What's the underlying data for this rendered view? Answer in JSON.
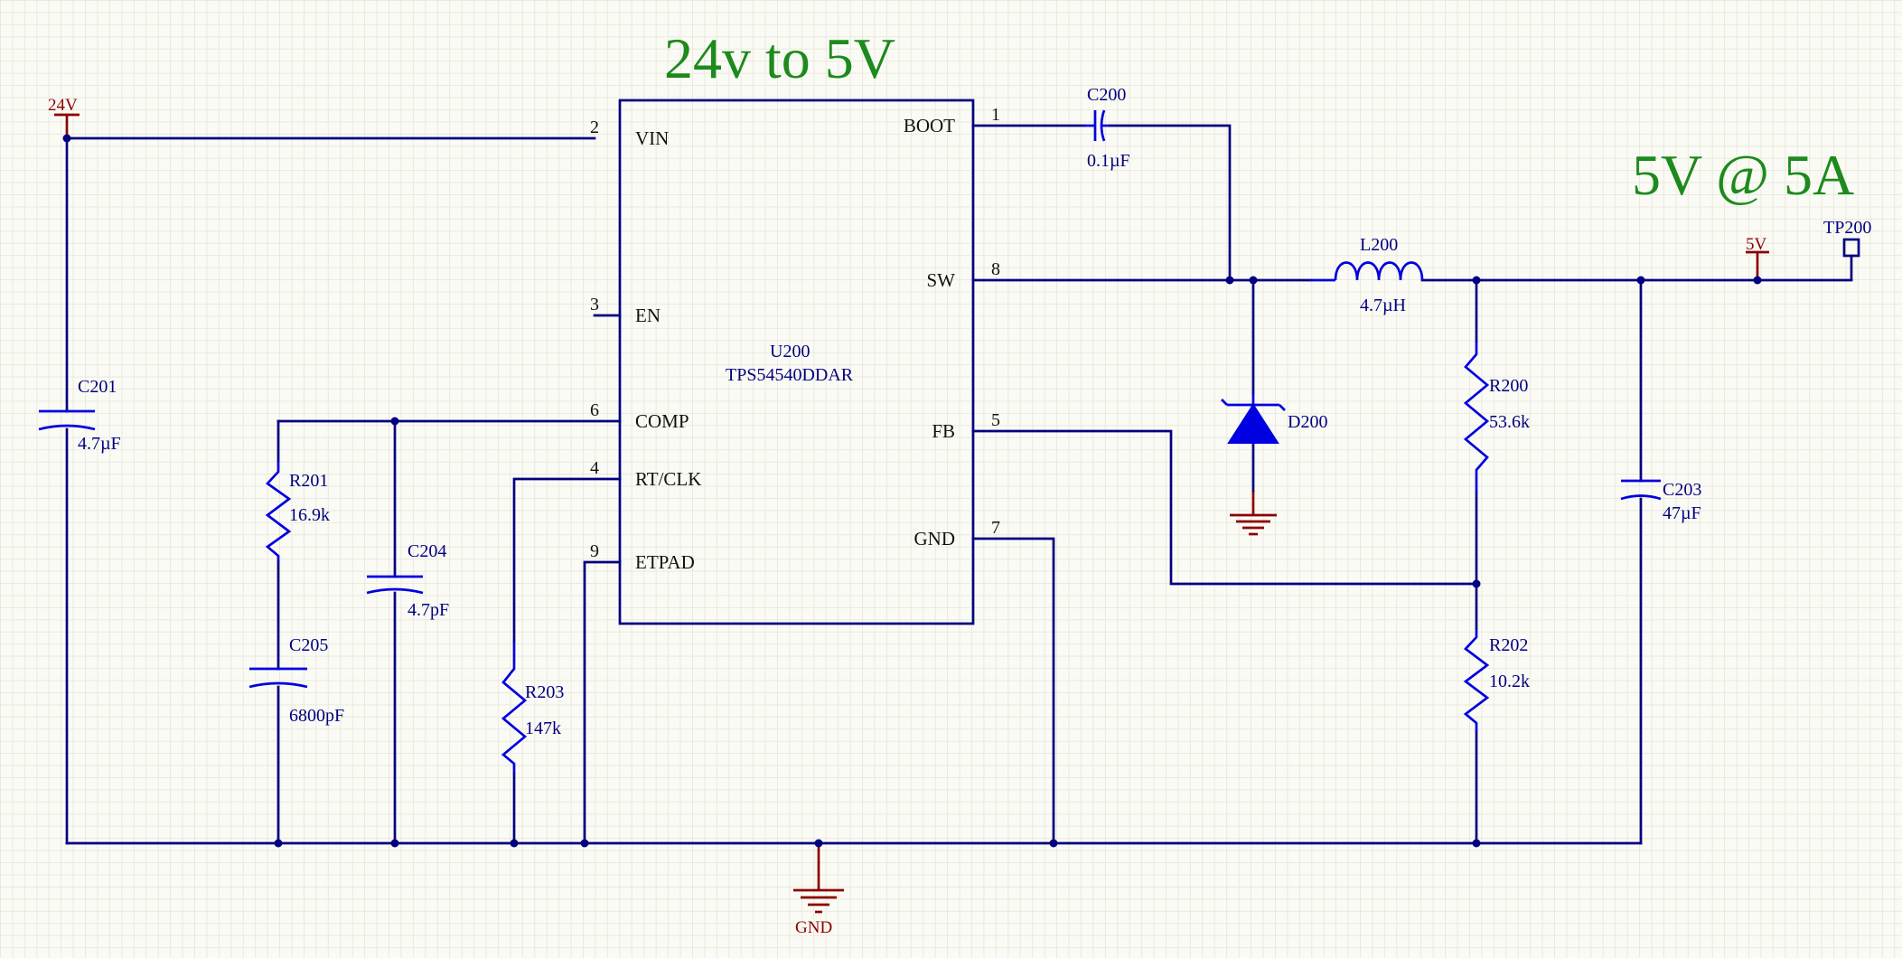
{
  "title": "24v to 5V",
  "output_label": "5V @ 5A",
  "ic": {
    "designator": "U200",
    "part": "TPS54540DDAR",
    "pins": {
      "vin": {
        "num": "2",
        "name": "VIN"
      },
      "en": {
        "num": "3",
        "name": "EN"
      },
      "comp": {
        "num": "6",
        "name": "COMP"
      },
      "rtclk": {
        "num": "4",
        "name": "RT/CLK"
      },
      "etpad": {
        "num": "9",
        "name": "ETPAD"
      },
      "boot": {
        "num": "1",
        "name": "BOOT"
      },
      "sw": {
        "num": "8",
        "name": "SW"
      },
      "fb": {
        "num": "5",
        "name": "FB"
      },
      "gnd": {
        "num": "7",
        "name": "GND"
      }
    }
  },
  "components": {
    "c200": {
      "des": "C200",
      "val": "0.1µF"
    },
    "c201": {
      "des": "C201",
      "val": "4.7µF"
    },
    "c203": {
      "des": "C203",
      "val": "47µF"
    },
    "c204": {
      "des": "C204",
      "val": "4.7pF"
    },
    "c205": {
      "des": "C205",
      "val": "6800pF"
    },
    "r200": {
      "des": "R200",
      "val": "53.6k"
    },
    "r201": {
      "des": "R201",
      "val": "16.9k"
    },
    "r202": {
      "des": "R202",
      "val": "10.2k"
    },
    "r203": {
      "des": "R203",
      "val": "147k"
    },
    "l200": {
      "des": "L200",
      "val": "4.7µH"
    },
    "d200": {
      "des": "D200"
    },
    "tp200": {
      "des": "TP200"
    }
  },
  "power": {
    "in": "24V",
    "out": "5V",
    "gnd": "GND"
  },
  "colors": {
    "wire": "#000080",
    "component": "#0000e0",
    "power": "#8b0000",
    "title": "#1d8a1d",
    "background": "#fbfbf5"
  }
}
